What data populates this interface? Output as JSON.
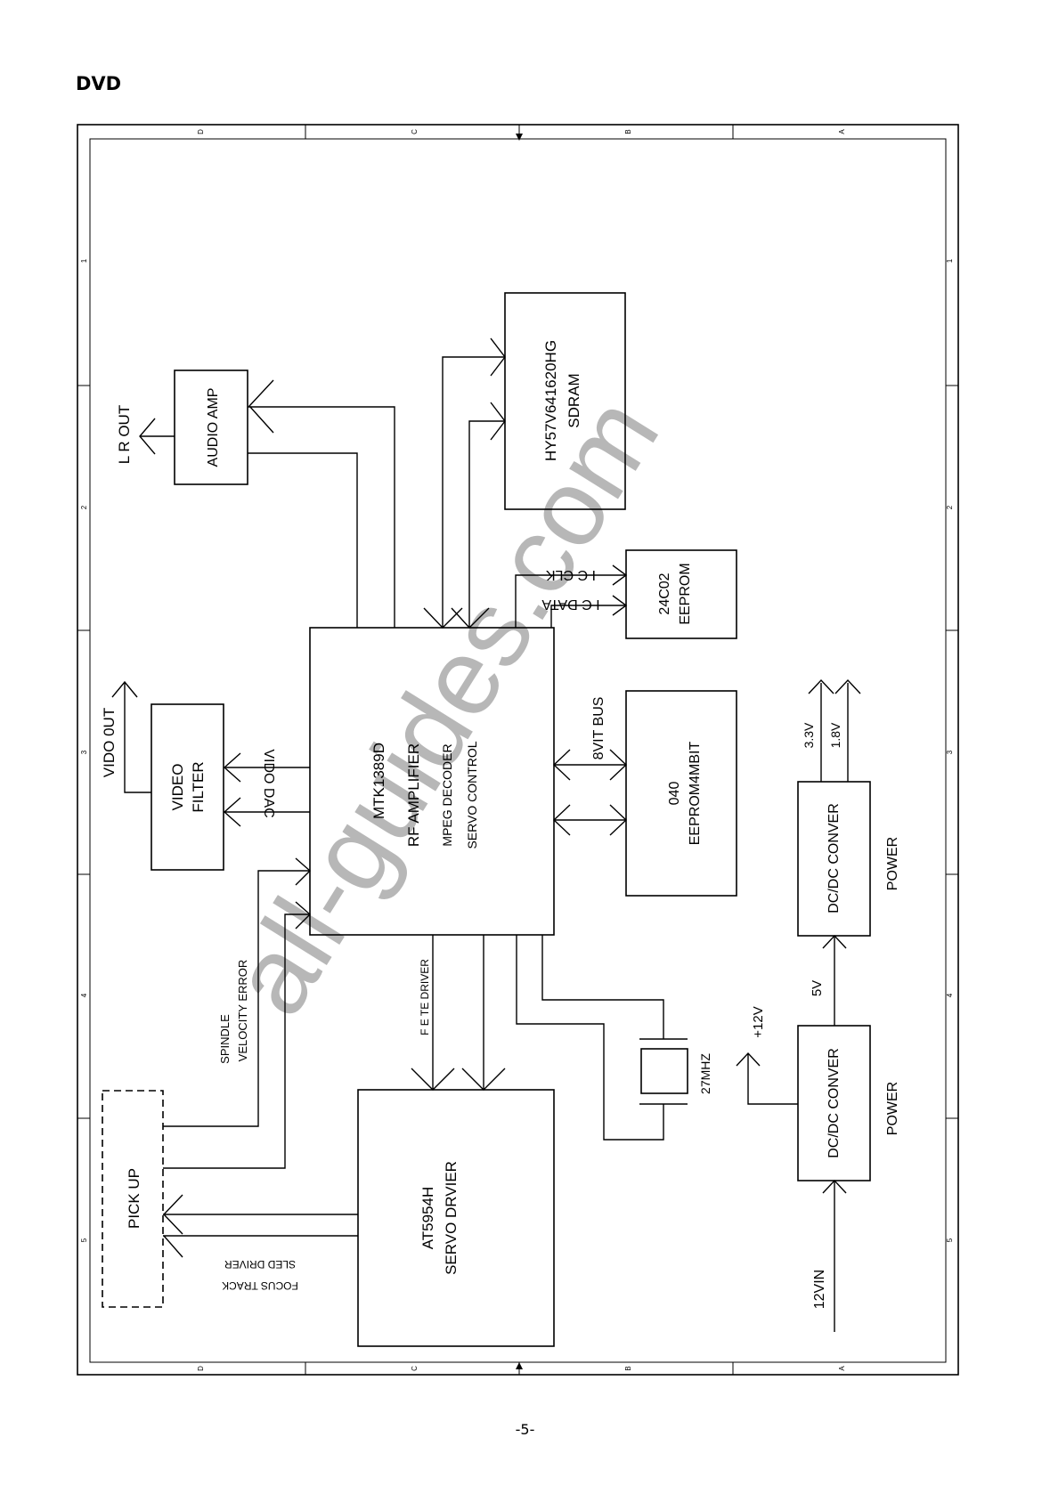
{
  "page": {
    "title": "DVD",
    "page_number": "-5-"
  },
  "frame": {
    "col_markers": [
      "D",
      "C",
      "B",
      "A"
    ],
    "row_markers": [
      "1",
      "2",
      "3",
      "4",
      "5"
    ]
  },
  "blocks": {
    "main_ic": {
      "part": "MTK1389D",
      "line1": "RF   AMPLIFIER",
      "line2": "MPEG  DECODER",
      "line3": "SERVO CONTROL"
    },
    "sdram": {
      "part": "HY57V641620HG",
      "type": "SDRAM"
    },
    "eeprom_small": {
      "part": "24C02",
      "type": "EEPROM"
    },
    "eeprom_big": {
      "part": "040",
      "type": "EEPROM4MBIT"
    },
    "audio_amp": {
      "label": "AUDIO AMP"
    },
    "video_filter": {
      "line1": "VIDEO",
      "line2": "FILTER"
    },
    "servo_driver": {
      "part": "AT5954H",
      "type": "SERVO DRVIER"
    },
    "pickup": {
      "label": "PICK UP"
    },
    "dcdc_top": {
      "label": "DC/DC CONVER",
      "caption": "POWER"
    },
    "dcdc_bottom": {
      "label": "DC/DC CONVER",
      "caption": "POWER"
    }
  },
  "signals": {
    "lr_out": "L R  OUT",
    "video_out": "VIDO 0UT",
    "video_dac": "VIDO DAC",
    "i2c_clk": "I C  CLK",
    "i2c_data": "I C  DATA",
    "bus": "8VIT BUS",
    "v33": "3.3V",
    "v18": "1.8V",
    "v5": "5V",
    "v12": "+12V",
    "vin": "12VIN",
    "crystal": "27MHZ",
    "spindle": "SPINDLE",
    "velocity_error": "VELOCITY  ERROR",
    "fe_te": "F E  TE DRIVER",
    "sled": "SLED DRIVER",
    "focus_track": "FOCUS TRACK"
  },
  "watermark": "all-guides.com"
}
